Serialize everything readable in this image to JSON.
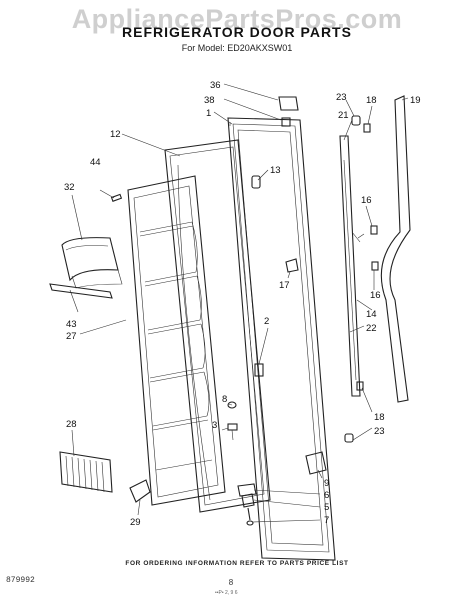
{
  "header": {
    "watermark": "AppliancePartsPros.com",
    "title": "REFRIGERATOR DOOR PARTS",
    "subtitle": "For Model: ED20AKXSW01"
  },
  "callouts": [
    {
      "id": "c36",
      "label": "36"
    },
    {
      "id": "c38",
      "label": "38"
    },
    {
      "id": "c1",
      "label": "1"
    },
    {
      "id": "c12",
      "label": "12"
    },
    {
      "id": "c13",
      "label": "13"
    },
    {
      "id": "c44",
      "label": "44"
    },
    {
      "id": "c32",
      "label": "32"
    },
    {
      "id": "c23a",
      "label": "23"
    },
    {
      "id": "c18a",
      "label": "18"
    },
    {
      "id": "c19",
      "label": "19"
    },
    {
      "id": "c21",
      "label": "21"
    },
    {
      "id": "c16a",
      "label": "16"
    },
    {
      "id": "c16b",
      "label": "16"
    },
    {
      "id": "c17",
      "label": "17"
    },
    {
      "id": "c14",
      "label": "14"
    },
    {
      "id": "c22",
      "label": "22"
    },
    {
      "id": "c2",
      "label": "2"
    },
    {
      "id": "c43",
      "label": "43"
    },
    {
      "id": "c27",
      "label": "27"
    },
    {
      "id": "c8",
      "label": "8"
    },
    {
      "id": "c3",
      "label": "3"
    },
    {
      "id": "c18b",
      "label": "18"
    },
    {
      "id": "c23b",
      "label": "23"
    },
    {
      "id": "c28",
      "label": "28"
    },
    {
      "id": "c9",
      "label": "9"
    },
    {
      "id": "c6",
      "label": "6"
    },
    {
      "id": "c5",
      "label": "5"
    },
    {
      "id": "c7",
      "label": "7"
    },
    {
      "id": "c29",
      "label": "29"
    }
  ],
  "footer": {
    "ordering_note": "FOR ORDERING INFORMATION REFER TO PARTS PRICE LIST",
    "code": "879992",
    "page": "8",
    "small": "••P• 2, 9 6"
  }
}
